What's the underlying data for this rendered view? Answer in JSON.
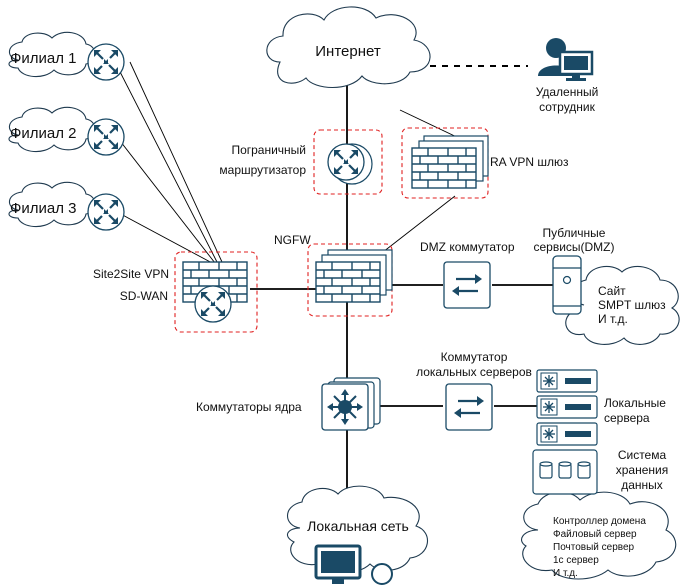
{
  "labels": {
    "internet": "Интернет",
    "remote_user": [
      "Удаленный",
      "сотрудник"
    ],
    "branch1": "Филиал 1",
    "branch2": "Филиал 2",
    "branch3": "Филиал 3",
    "border_router": [
      "Пограничный",
      "маршрутизатор"
    ],
    "ra_vpn": "RA VPN шлюз",
    "ngfw": "NGFW",
    "dmz_switch": "DMZ коммутатор",
    "public_services": [
      "Публичные",
      "сервисы(DMZ)"
    ],
    "public_cloud": [
      "Сайт",
      "SMPT шлюз",
      "И т.д."
    ],
    "site2site": [
      "Site2Site VPN",
      "SD-WAN"
    ],
    "local_switch": [
      "Коммутатор",
      "локальных серверов"
    ],
    "core_switches": "Коммутаторы ядра",
    "local_servers": [
      "Локальные",
      "сервера"
    ],
    "storage": [
      "Система",
      "хранения",
      "данных"
    ],
    "servers_cloud": [
      "Контроллер домена",
      "Файловый сервер",
      "Почтовый сервер",
      "1с сервер",
      "И т.д."
    ],
    "lan": "Локальная сеть"
  },
  "colors": {
    "device": "#1a4a66",
    "highlight": "#e02020",
    "cloud_stroke": "#1f3a4f"
  },
  "icons": [
    "router-icon",
    "firewall-icon",
    "switch-icon",
    "core-switch-icon",
    "server-icon",
    "storage-icon",
    "user-icon",
    "workstation-icon"
  ]
}
